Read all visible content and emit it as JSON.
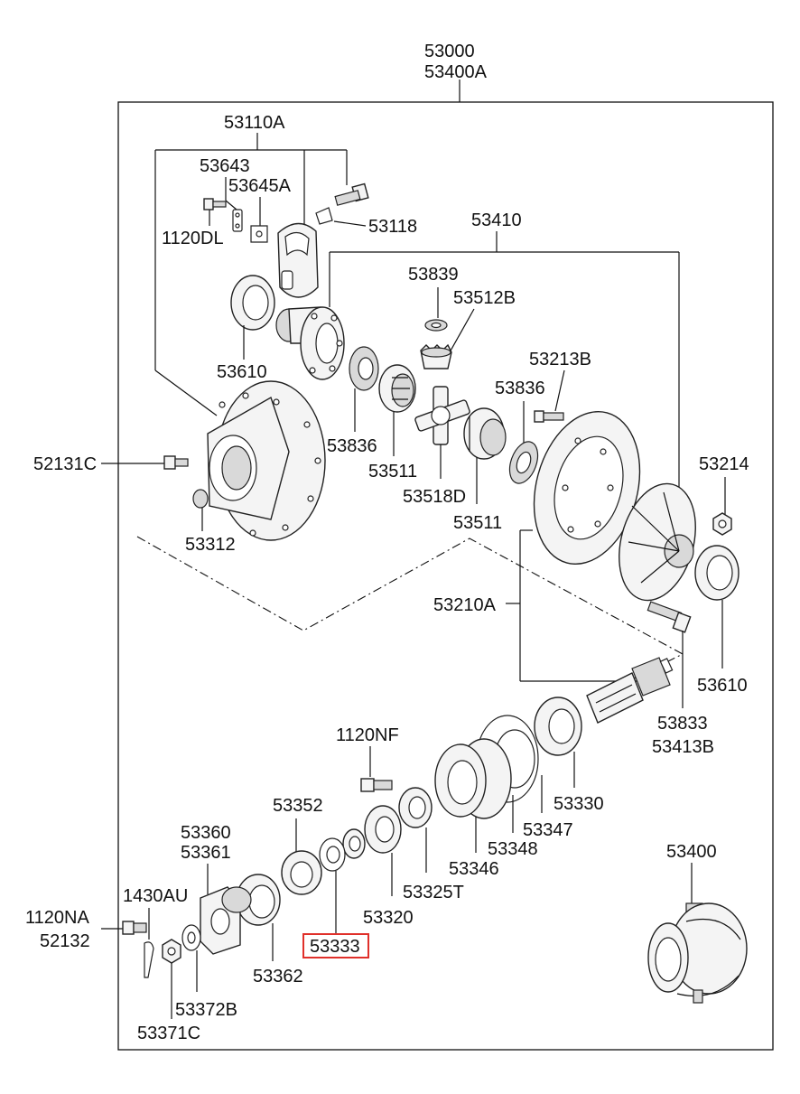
{
  "labels": {
    "assy_top_1": "53000",
    "assy_top_2": "53400A",
    "l53110A": "53110A",
    "l53643": "53643",
    "l53645A": "53645A",
    "l1120DL": "1120DL",
    "l53118": "53118",
    "l53410": "53410",
    "l53839": "53839",
    "l53512B": "53512B",
    "l53213B": "53213B",
    "l53610a": "53610",
    "l53836a": "53836",
    "l53836b": "53836",
    "l52131C": "52131C",
    "l53511a": "53511",
    "l53214": "53214",
    "l53518D": "53518D",
    "l53312": "53312",
    "l53511b": "53511",
    "l53210A": "53210A",
    "l53610b": "53610",
    "l53833": "53833",
    "l53413B": "53413B",
    "l1120NF": "1120NF",
    "l53330": "53330",
    "l53352": "53352",
    "l53347": "53347",
    "l53360": "53360",
    "l53361": "53361",
    "l53348": "53348",
    "l53400": "53400",
    "l53346": "53346",
    "l1430AU": "1430AU",
    "l53325T": "53325T",
    "l1120NA": "1120NA",
    "l52132": "52132",
    "l53320": "53320",
    "l53333": "53333",
    "l53362": "53362",
    "l53372B": "53372B",
    "l53371C": "53371C"
  },
  "highlight": {
    "part": "53333",
    "color": "#e0302a"
  }
}
